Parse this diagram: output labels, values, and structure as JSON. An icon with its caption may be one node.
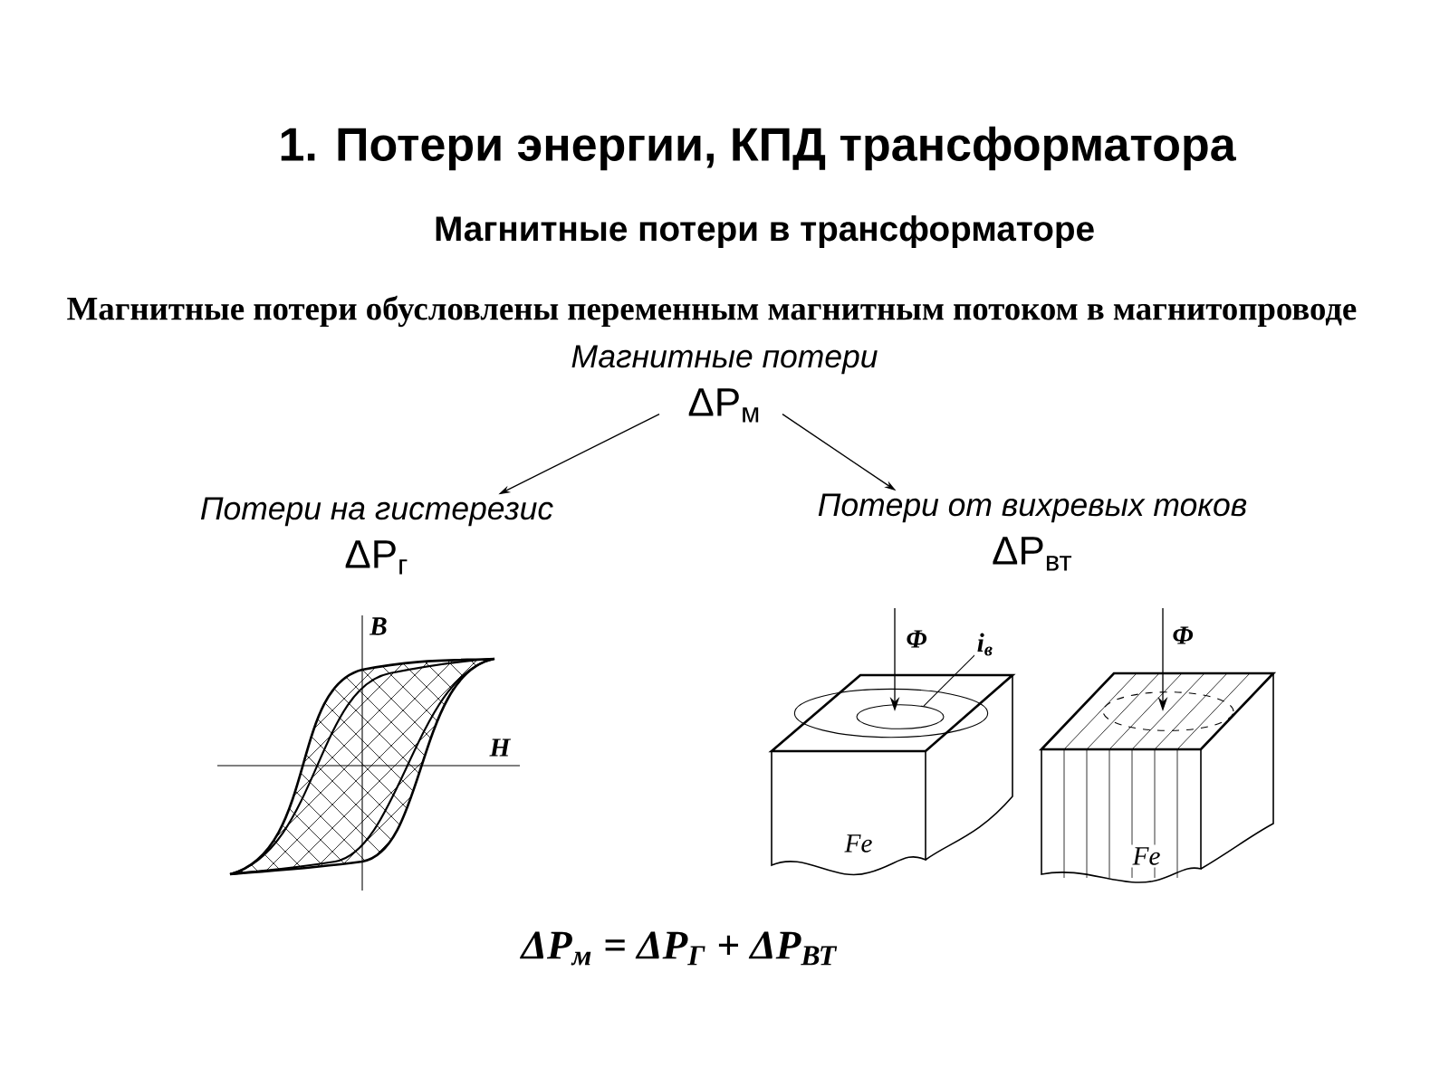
{
  "diagram": {
    "title": "1. Потери энергии, КПД трансформатора",
    "nodes": [
      {
        "text": [
          "Магнитные потери",
          "ΔP$_{м}$"
        ]
      },
      {
        "text": [
          "Потери на гистерезис",
          "ΔP$_{г}$"
        ]
      },
      {
        "text": [
          "Потери от вихревых токов",
          "ΔP$_{вт}$"
        ]
      }
    ],
    "edges": [
      {
        "from": 0,
        "to": 1,
        "arrow": "to"
      },
      {
        "from": 0,
        "to": 2,
        "arrow": "to"
      }
    ],
    "labels": [
      "Магнитные потери в трансформаторе",
      "Магнитные потери обусловлены переменным магнитным потоком в магнитопроводе",
      "B",
      "H",
      "Φ",
      "i$_{в}$",
      "Fe",
      "Φ",
      "Fe",
      "ΔP$_{м}$ = ΔP$_{Г}$ + ΔP$_{ВТ}$"
    ]
  }
}
